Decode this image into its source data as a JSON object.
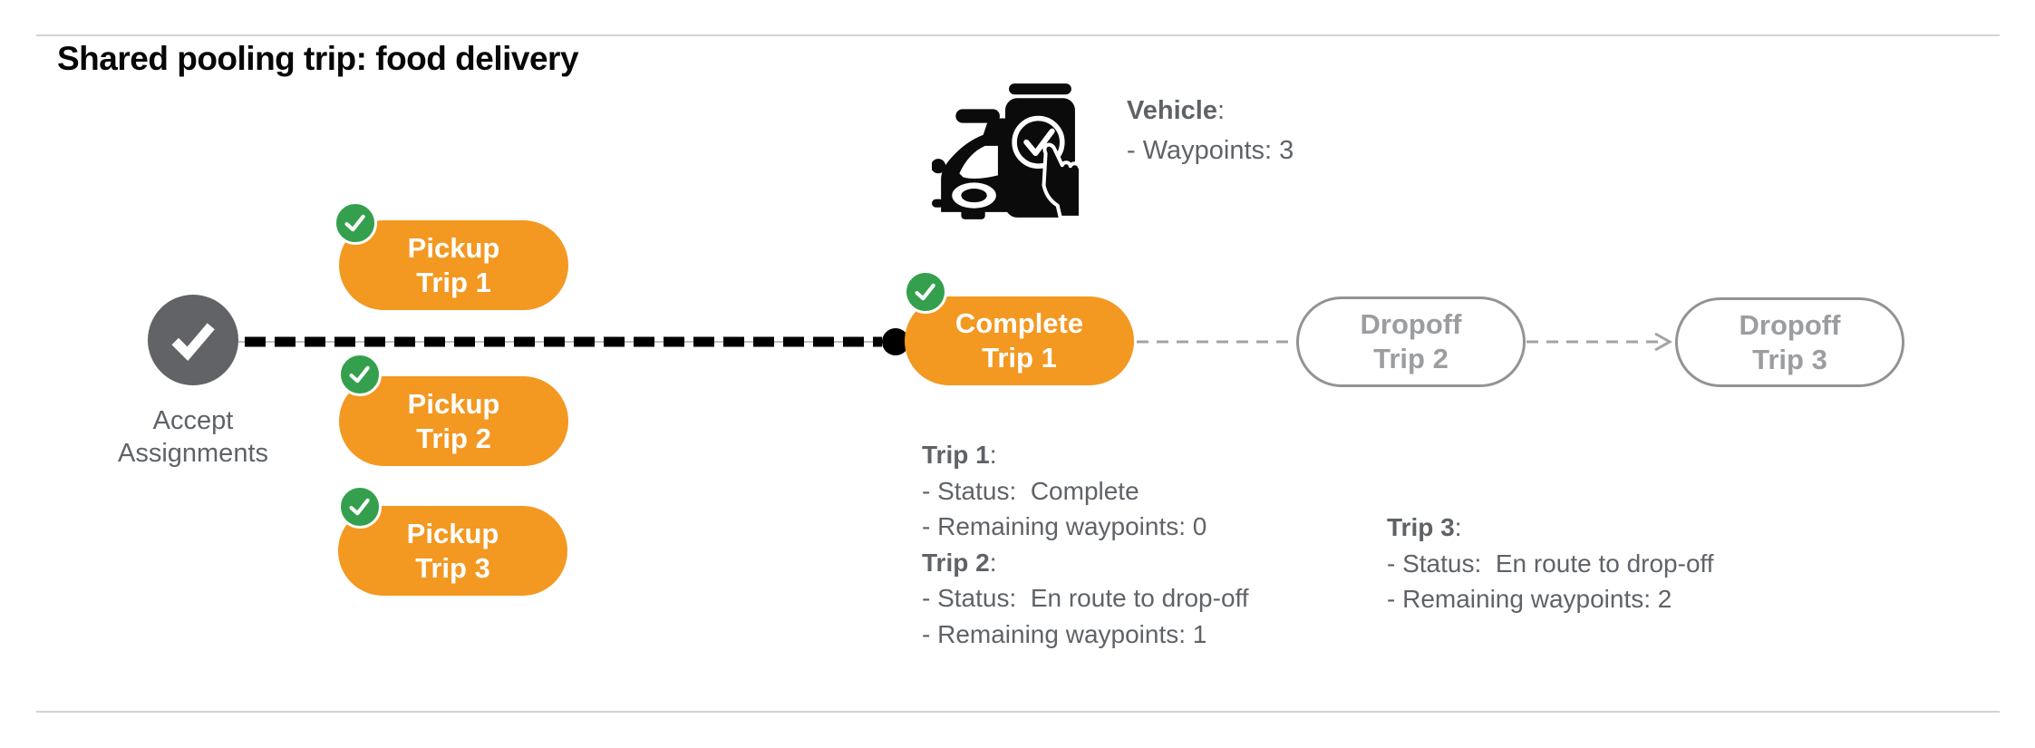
{
  "title": "Shared pooling trip: food delivery",
  "colors": {
    "orange_node": "#f39821",
    "green_badge": "#34a04d",
    "gray_node": "#616366",
    "gray_text": "#5f6368",
    "dropoff_border": "#919497",
    "dropoff_text": "#9b9da0",
    "rule_gray": "#d3d3d3",
    "route_black": "#000000",
    "route_thin_gray": "#a3a3a3"
  },
  "vehicle": {
    "label": "Vehicle",
    "colon": ":",
    "waypoints_line": "- Waypoints: 3"
  },
  "flow": {
    "accept": {
      "line1": "Accept",
      "line2": "Assignments"
    },
    "pickup1": {
      "line1": "Pickup",
      "line2": "Trip 1"
    },
    "pickup2": {
      "line1": "Pickup",
      "line2": "Trip 2"
    },
    "pickup3": {
      "line1": "Pickup",
      "line2": "Trip 3"
    },
    "complete1": {
      "line1": "Complete",
      "line2": "Trip 1"
    },
    "dropoff2": {
      "line1": "Dropoff",
      "line2": "Trip 2"
    },
    "dropoff3": {
      "line1": "Dropoff",
      "line2": "Trip 3"
    }
  },
  "status_left": {
    "trip1_title": "Trip 1",
    "colon1": ":",
    "trip1_status": "- Status:  Complete",
    "trip1_waypoints": "- Remaining waypoints: 0",
    "trip2_title": "Trip 2",
    "colon2": ":",
    "trip2_status": "- Status:  En route to drop-off",
    "trip2_waypoints": "- Remaining waypoints: 1"
  },
  "status_right": {
    "trip3_title": "Trip 3",
    "colon": ":",
    "trip3_status": "- Status:  En route to drop-off",
    "trip3_waypoints": "- Remaining waypoints: 2"
  }
}
